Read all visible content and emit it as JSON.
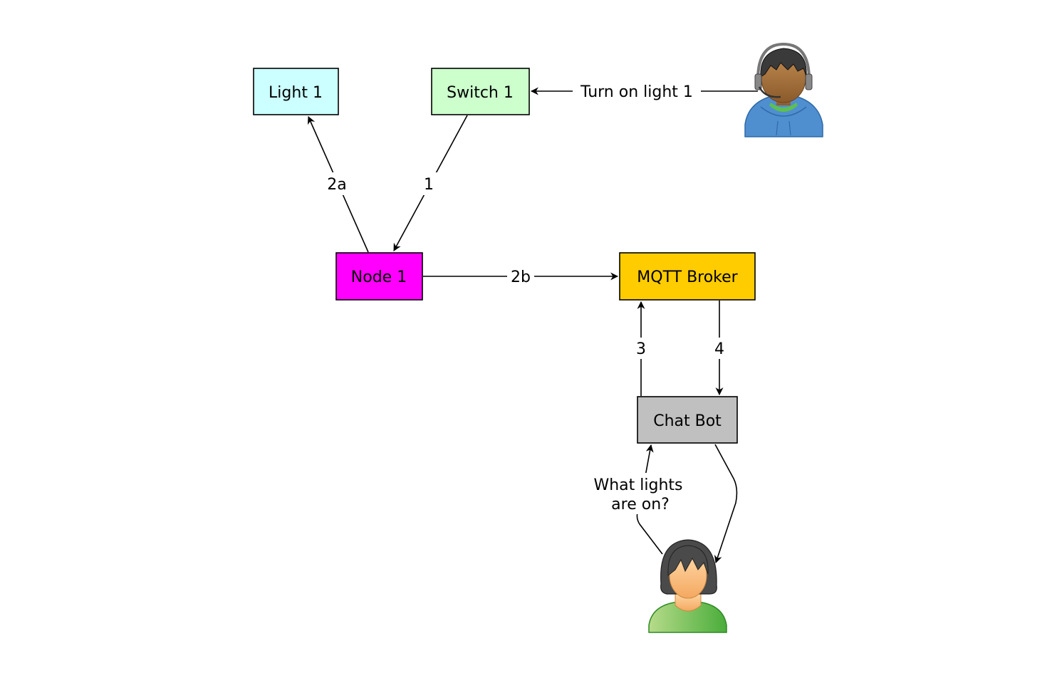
{
  "nodes": {
    "light1": {
      "label": "Light 1",
      "color": "#ccffff"
    },
    "switch1": {
      "label": "Switch 1",
      "color": "#ccffcc"
    },
    "node1": {
      "label": "Node 1",
      "color": "#ff00ff"
    },
    "broker": {
      "label": "MQTT Broker",
      "color": "#ffcc00"
    },
    "chatbot": {
      "label": "Chat Bot",
      "color": "#c0c0c0"
    }
  },
  "actors": {
    "operator": {
      "icon": "support-agent-headset-icon"
    },
    "user": {
      "icon": "user-person-icon"
    }
  },
  "edges": {
    "turn_on": {
      "label": "Turn on light 1"
    },
    "e1": {
      "label": "1"
    },
    "e2a": {
      "label": "2a"
    },
    "e2b": {
      "label": "2b"
    },
    "e3": {
      "label": "3"
    },
    "e4": {
      "label": "4"
    },
    "question": {
      "line1": "What lights",
      "line2": "are on?"
    }
  }
}
